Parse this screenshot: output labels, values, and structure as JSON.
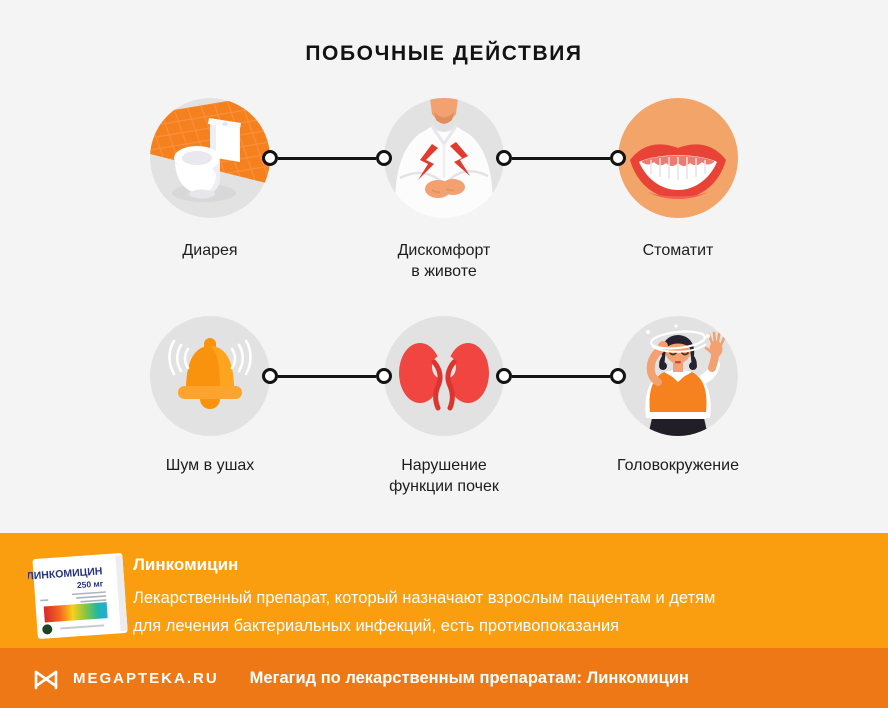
{
  "title": "ПОБОЧНЫЕ ДЕЙСТВИЯ",
  "grid": {
    "items": [
      {
        "label": "Диарея",
        "icon": "toilet-icon"
      },
      {
        "label": "Дискомфорт\nв животе",
        "icon": "stomach-pain-icon"
      },
      {
        "label": "Стоматит",
        "icon": "smile-mouth-icon"
      },
      {
        "label": "Шум в ушах",
        "icon": "bell-icon"
      },
      {
        "label": "Нарушение\nфункции почек",
        "icon": "kidneys-icon"
      },
      {
        "label": "Головокружение",
        "icon": "dizzy-person-icon"
      }
    ]
  },
  "drug_banner": {
    "name": "Линкомицин",
    "description": "Лекарственный препарат, который назначают взрослым пациентам и детям\nдля лечения бактериальных инфекций, есть противопоказания",
    "package": {
      "title": "ЛИНКОМИЦИН",
      "dose": "250 мг"
    }
  },
  "footer": {
    "brand": "MEGAPTEKA.RU",
    "tagline": "Мегагид по лекарственным препаратам: Линкомицин"
  },
  "colors": {
    "background": "#F5F4F4",
    "banner_orange": "#FA9E0F",
    "footer_orange": "#EE7815",
    "accent_orange": "#F5821F",
    "circle_gray": "#E3E2E2",
    "connector_black": "#131313",
    "red": "#F04540",
    "text_dark": "#1D1D1D",
    "white": "#FFFFFF"
  }
}
